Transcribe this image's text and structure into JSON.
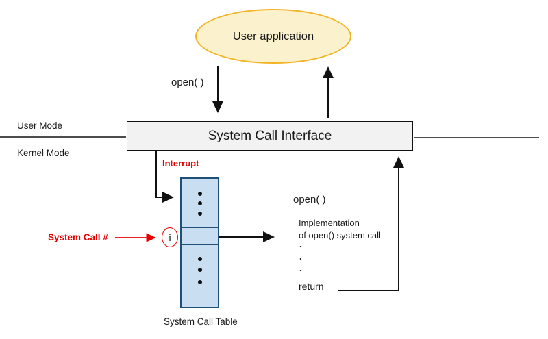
{
  "diagram": {
    "title": "System Call Table",
    "user_application": {
      "label": "User application"
    },
    "call_flow": {
      "invoke_label": "open( )"
    },
    "modes": {
      "user": "User Mode",
      "kernel": "Kernel Mode"
    },
    "interface": {
      "label": "System Call Interface"
    },
    "kernel_side": {
      "interrupt_label": "Interrupt",
      "system_call_number_label": "System Call #",
      "table": {
        "index_label": "i",
        "caption": "System Call Table"
      },
      "implementation": {
        "title": "open( )",
        "body_line1": "Implementation",
        "body_line2": "of open() system call",
        "ellipsis_dot": ".",
        "return_label": "return"
      }
    },
    "colors": {
      "accent_red": "#e60000",
      "ellipse_fill": "#fcf1cd",
      "ellipse_border": "#f2b424",
      "interface_fill": "#f2f2f2",
      "table_fill": "#c9def1",
      "table_border": "#1f4e79",
      "line_black": "#111111"
    }
  }
}
